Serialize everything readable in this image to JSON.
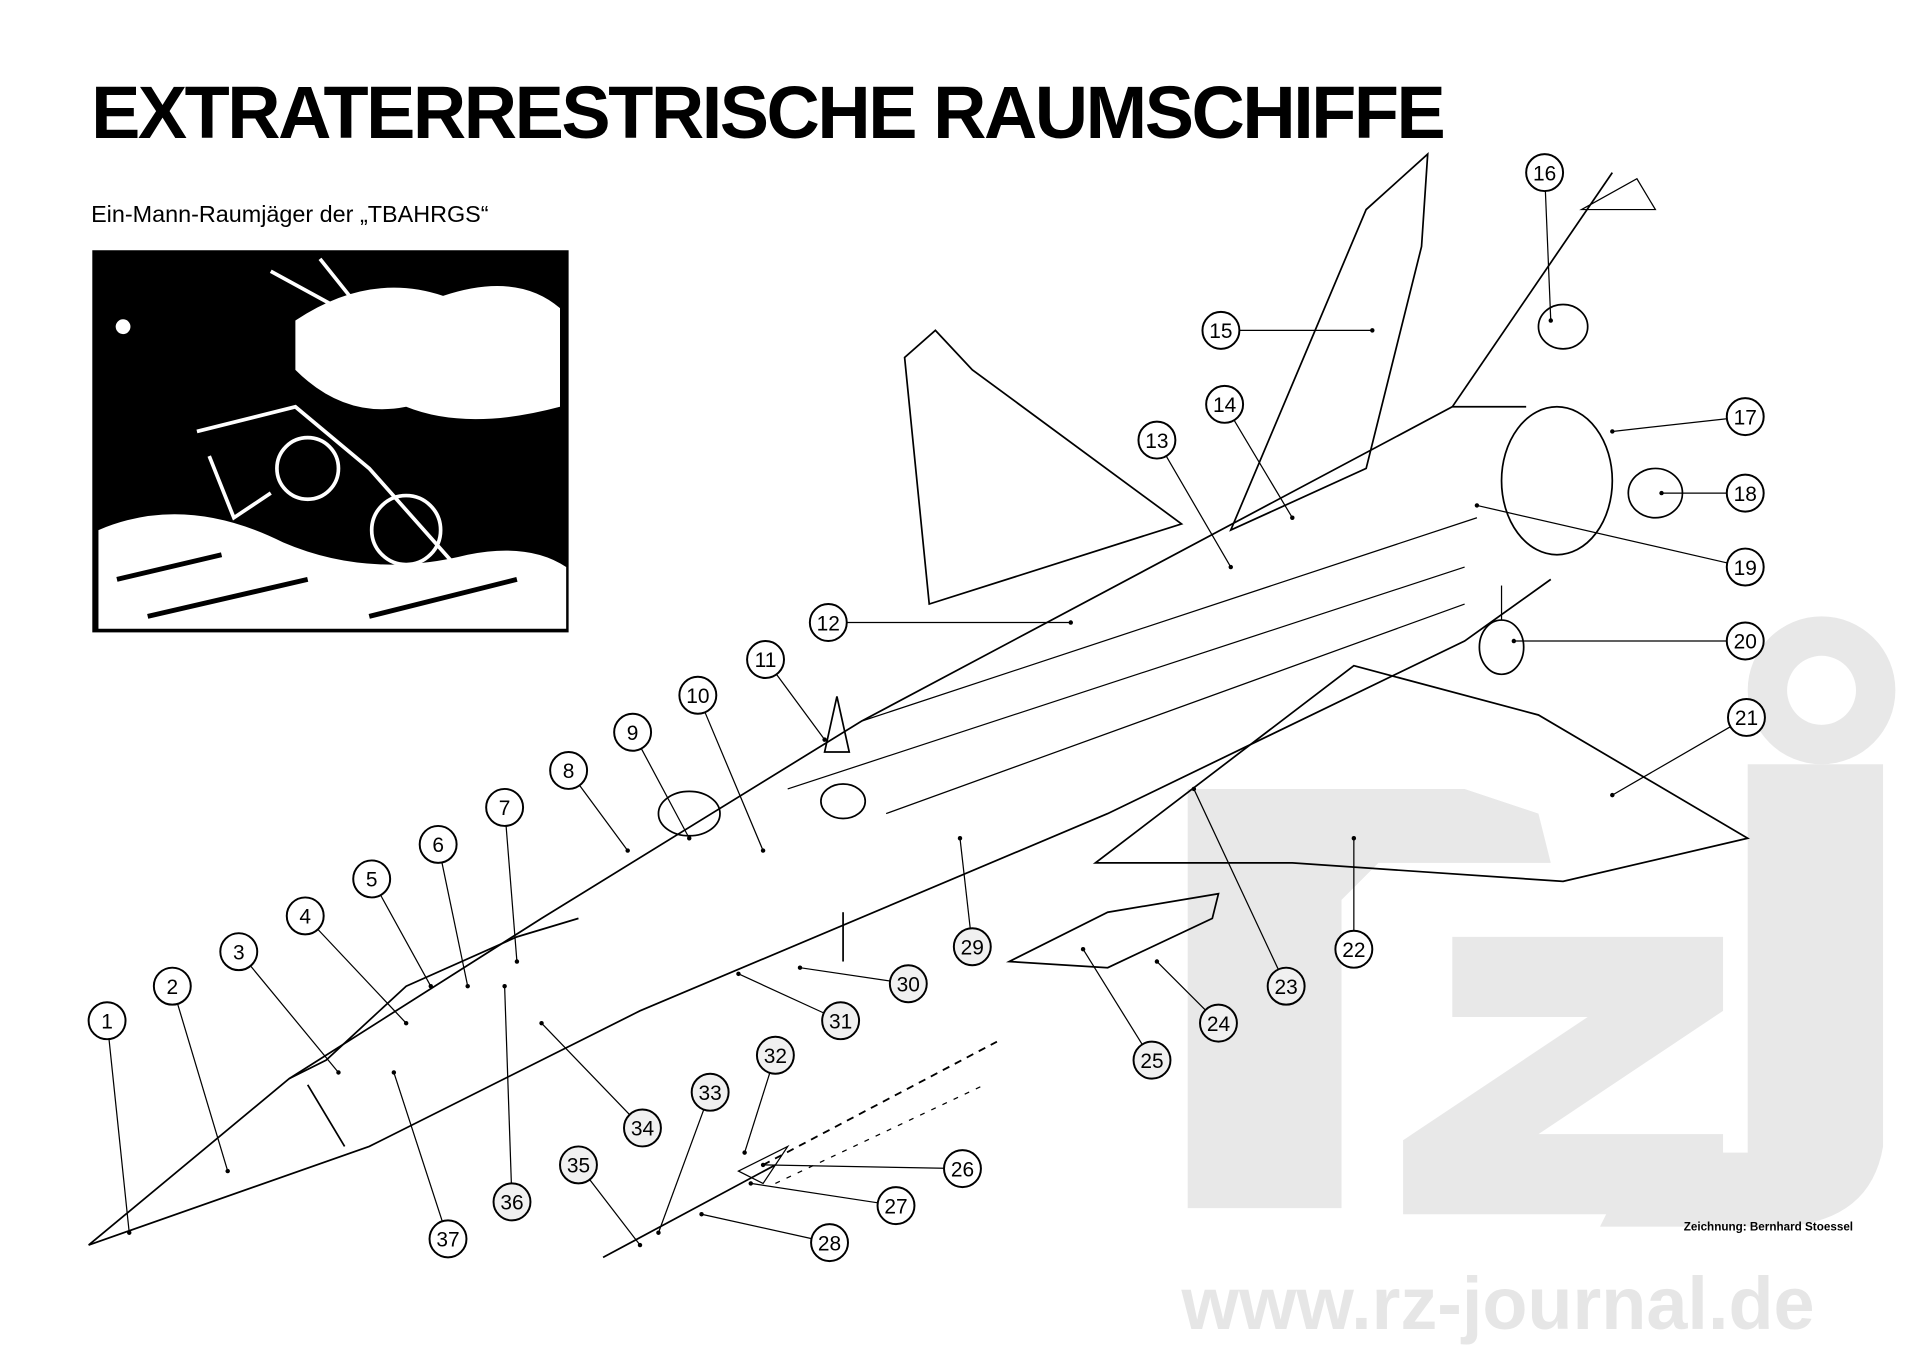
{
  "title": "EXTRATERRESTRISCHE RAUMSCHIFFE",
  "subtitle": "Ein-Mann-Raumjäger der „TBAHRGS“",
  "credit": "Zeichnung: Bernhard Stoessel",
  "watermark": "www.rz-journal.de",
  "logo_text": "rzj",
  "callouts": [
    "1",
    "2",
    "3",
    "4",
    "5",
    "6",
    "7",
    "8",
    "9",
    "10",
    "11",
    "12",
    "13",
    "14",
    "15",
    "16",
    "17",
    "18",
    "19",
    "20",
    "21",
    "22",
    "23",
    "24",
    "25",
    "26",
    "27",
    "28",
    "29",
    "30",
    "31",
    "32",
    "33",
    "34",
    "35",
    "36",
    "37"
  ]
}
